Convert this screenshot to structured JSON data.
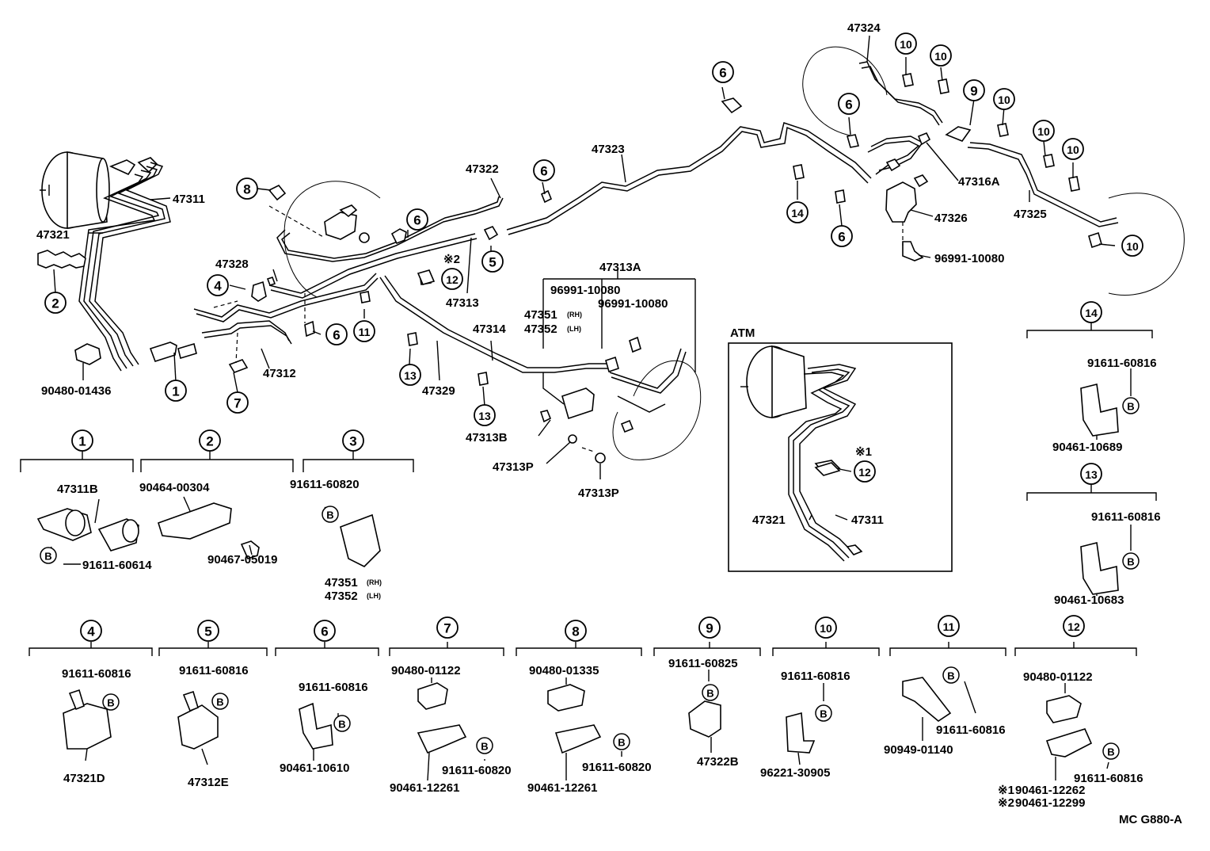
{
  "diagram": {
    "code": "MC G880-A",
    "atm_box_title": "ATM",
    "main_labels": [
      "47311",
      "47321",
      "47311B",
      "90480-01436",
      "47328",
      "47312",
      "47322",
      "47313",
      "47314",
      "47329",
      "47323",
      "47324",
      "47316A",
      "47326",
      "47325",
      "96991-10080",
      "47313A",
      "96991-10080",
      "96991-10080",
      "47351",
      "47352",
      "47313B",
      "47313P",
      "47313P"
    ],
    "side_labels": {
      "rh": "(RH)",
      "lh": "(LH)"
    },
    "marks": {
      "star2": "※2",
      "star1": "※1"
    },
    "callouts": [
      "1",
      "2",
      "3",
      "4",
      "5",
      "6",
      "7",
      "8",
      "9",
      "10",
      "11",
      "12",
      "13",
      "14"
    ],
    "b_mark": "B",
    "legend": {
      "g1": {
        "num": "1",
        "parts": [
          "47311B",
          "91611-60614"
        ]
      },
      "g2": {
        "num": "2",
        "parts": [
          "90464-00304",
          "90467-05019"
        ]
      },
      "g3": {
        "num": "3",
        "parts": [
          "91611-60820",
          "47351",
          "47352"
        ]
      },
      "g4": {
        "num": "4",
        "parts": [
          "91611-60816",
          "47321D"
        ]
      },
      "g5": {
        "num": "5",
        "parts": [
          "91611-60816",
          "47312E"
        ]
      },
      "g6": {
        "num": "6",
        "parts": [
          "91611-60816",
          "90461-10610"
        ]
      },
      "g7": {
        "num": "7",
        "parts": [
          "90480-01122",
          "91611-60820",
          "90461-12261"
        ]
      },
      "g8": {
        "num": "8",
        "parts": [
          "90480-01335",
          "91611-60820",
          "90461-12261"
        ]
      },
      "g9": {
        "num": "9",
        "parts": [
          "91611-60825",
          "47322B"
        ]
      },
      "g10": {
        "num": "10",
        "parts": [
          "91611-60816",
          "96221-30905"
        ]
      },
      "g11": {
        "num": "11",
        "parts": [
          "91611-60816",
          "90949-01140"
        ]
      },
      "g12": {
        "num": "12",
        "parts": [
          "90480-01122",
          "91611-60816",
          "90461-12262",
          "90461-12299"
        ],
        "marks": [
          "※1",
          "※2"
        ]
      },
      "g13": {
        "num": "13",
        "parts": [
          "91611-60816",
          "90461-10683"
        ]
      },
      "g14": {
        "num": "14",
        "parts": [
          "91611-60816",
          "90461-10689"
        ]
      }
    }
  }
}
